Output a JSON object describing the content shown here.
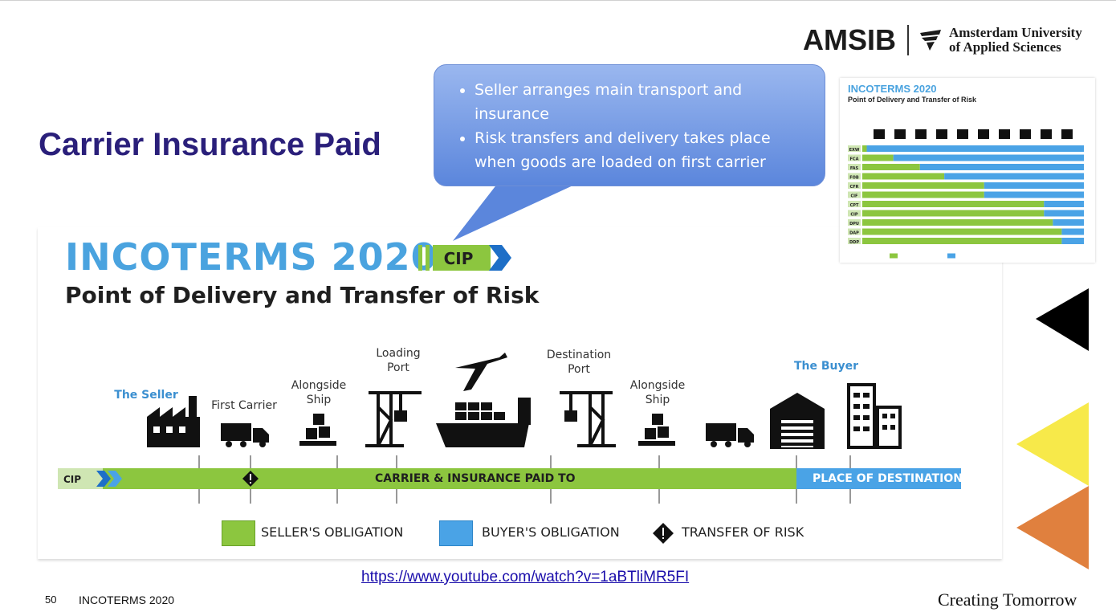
{
  "header": {
    "logo_text": "AMSIB",
    "university_line1": "Amsterdam University",
    "university_line2": "of Applied Sciences"
  },
  "slide": {
    "title": "Carrier Insurance Paid",
    "callout_bullets": [
      "Seller arranges main transport and insurance",
      "Risk transfers and delivery takes place when goods are loaded on first carrier"
    ]
  },
  "diagram": {
    "heading": "INCOTERMS 2020",
    "tag": "CIP",
    "subheading": "Point of Delivery and Transfer of Risk",
    "stage_labels": {
      "seller": "The Seller",
      "first_carrier": "First Carrier",
      "alongside_ship_1": "Alongside Ship",
      "loading_port": "Loading Port",
      "destination_port": "Destination Port",
      "alongside_ship_2": "Alongside Ship",
      "buyer": "The Buyer"
    },
    "bar": {
      "code": "CIP",
      "seller_text": "CARRIER & INSURANCE PAID TO",
      "buyer_text": "PLACE OF DESTINATION"
    },
    "legend": {
      "seller": "SELLER'S OBLIGATION",
      "buyer": "BUYER'S OBLIGATION",
      "risk": "TRANSFER OF RISK"
    },
    "colors": {
      "seller": "#8cc63f",
      "buyer": "#4aa3e6",
      "title_blue": "#4aa3df"
    }
  },
  "thumbnail": {
    "heading": "INCOTERMS 2020",
    "subheading": "Point of Delivery and Transfer of Risk",
    "rows": [
      "EXW",
      "FCA",
      "FAS",
      "FOB",
      "CFR",
      "CIF",
      "CPT",
      "CIP",
      "DPU",
      "DAP",
      "DDP"
    ]
  },
  "side_arrows": {
    "colors": [
      "#000000",
      "#f7e94a",
      "#e0803e"
    ]
  },
  "footer": {
    "link": "https://www.youtube.com/watch?v=1aBTliMR5FI",
    "page_number": "50",
    "deck_title": "INCOTERMS 2020",
    "tagline": "Creating Tomorrow"
  }
}
